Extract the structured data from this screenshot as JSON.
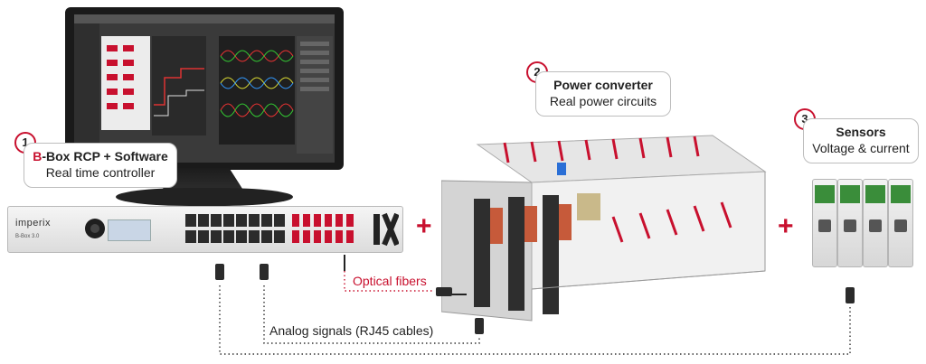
{
  "labels": {
    "bbox": {
      "number": "1",
      "title_accent": "B",
      "title_rest": "-Box RCP + Software",
      "subtitle": "Real time controller"
    },
    "converter": {
      "number": "2",
      "title": "Power converter",
      "subtitle": "Real power circuits"
    },
    "sensors": {
      "number": "3",
      "title": "Sensors",
      "subtitle": "Voltage & current"
    }
  },
  "connections": {
    "optical": "Optical fibers",
    "analog": "Analog signals (RJ45 cables)"
  },
  "device": {
    "brand": "imperix",
    "model": "B-Box 3.0"
  },
  "plus_sign": "+",
  "colors": {
    "accent": "#c8102e",
    "text": "#222222",
    "border": "#bdbdbd"
  }
}
